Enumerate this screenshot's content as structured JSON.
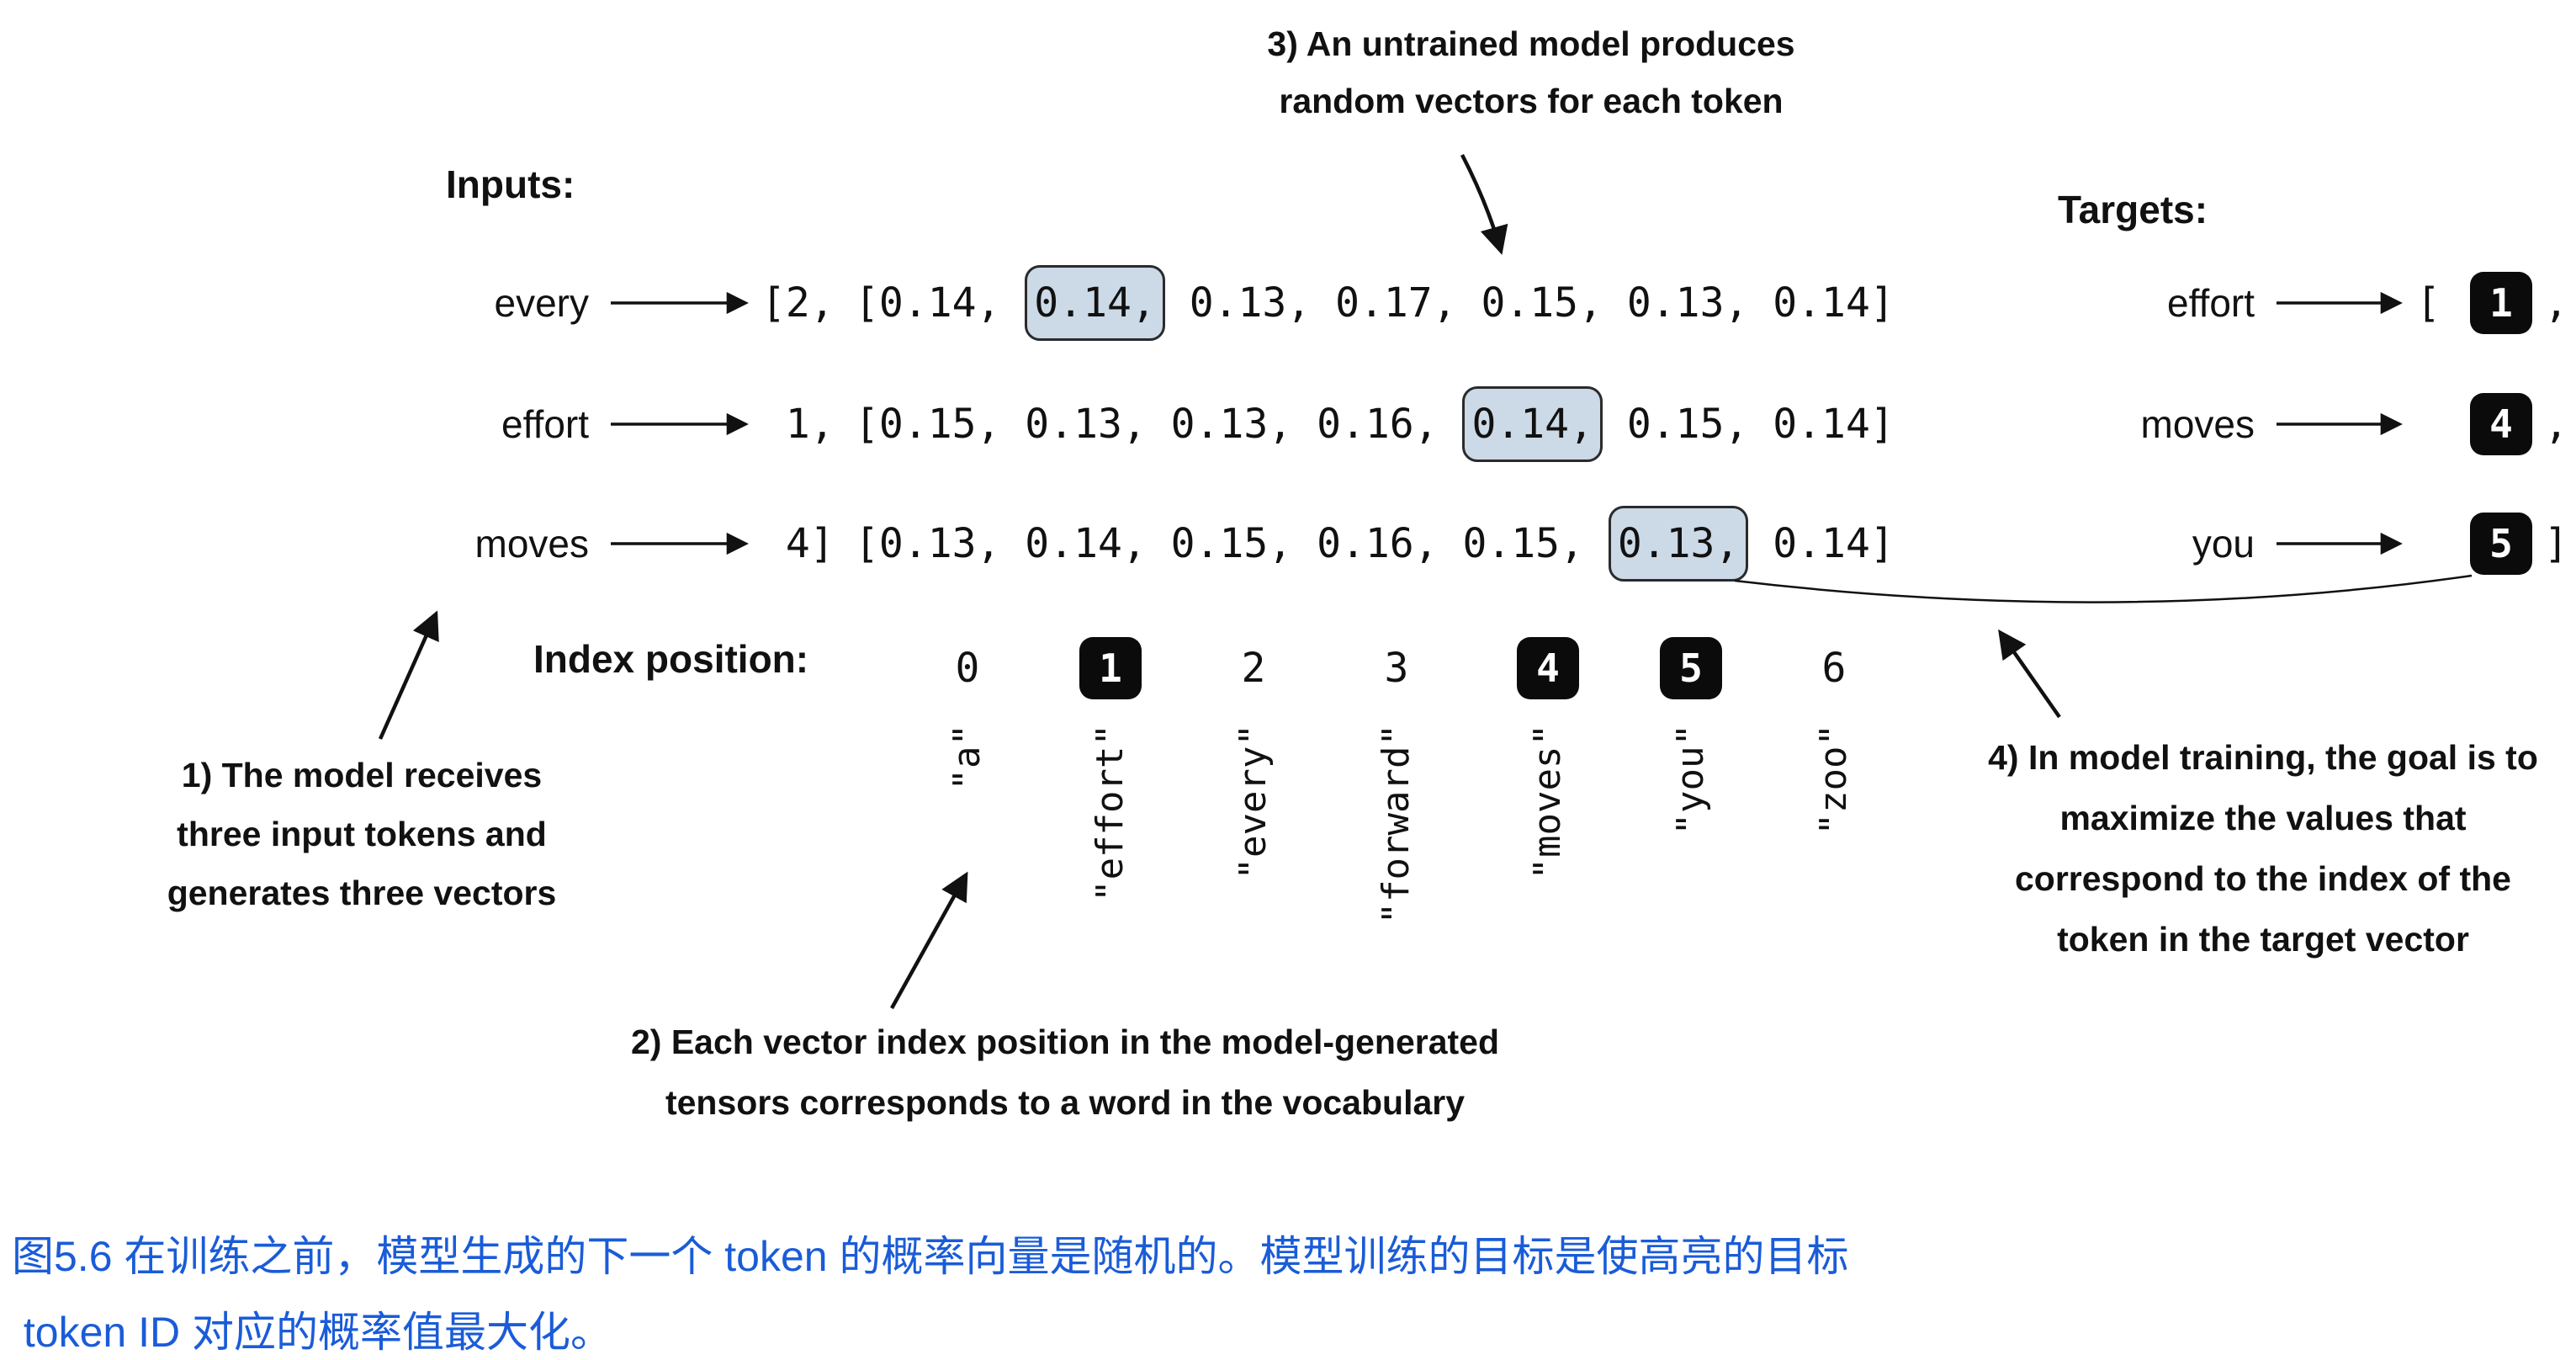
{
  "notes": {
    "n3": {
      "l1": "3) An untrained model produces",
      "l2": "random vectors for each token"
    },
    "n1": {
      "l1": "1) The model receives",
      "l2": "three input tokens and",
      "l3": "generates three vectors"
    },
    "n2": {
      "l1": "2) Each vector index position in the model-generated",
      "l2": "tensors corresponds to a word in the vocabulary"
    },
    "n4": {
      "l1": "4) In model training, the goal is to",
      "l2": "maximize the values that",
      "l3": "correspond to the index of the",
      "l4": "token in the target vector"
    }
  },
  "inputs": {
    "label": "Inputs:",
    "rows": [
      {
        "token": "every",
        "id": "[2,",
        "vec_before": "[0.14, ",
        "vec_hl": "0.14,",
        "vec_after": " 0.13, 0.17, 0.15, 0.13, 0.14]"
      },
      {
        "token": "effort",
        "id": " 1,",
        "vec_before": "[0.15, 0.13, 0.13, 0.16, ",
        "vec_hl": "0.14,",
        "vec_after": " 0.15, 0.14]"
      },
      {
        "token": "moves",
        "id": " 4]",
        "vec_before": "[0.13, 0.14, 0.15, 0.16, 0.15, ",
        "vec_hl": "0.13,",
        "vec_after": " 0.14]"
      }
    ]
  },
  "index_row": {
    "label": "Index position:",
    "cells": [
      {
        "n": "0",
        "badge": false
      },
      {
        "n": "1",
        "badge": true
      },
      {
        "n": "2",
        "badge": false
      },
      {
        "n": "3",
        "badge": false
      },
      {
        "n": "4",
        "badge": true
      },
      {
        "n": "5",
        "badge": true
      },
      {
        "n": "6",
        "badge": false
      }
    ]
  },
  "vocab": [
    "\"a\"",
    "\"effort\"",
    "\"every\"",
    "\"forward\"",
    "\"moves\"",
    "\"you\"",
    "\"zoo\""
  ],
  "targets": {
    "label": "Targets:",
    "rows": [
      {
        "token": "effort",
        "pre": "[",
        "id": "1",
        "post": ","
      },
      {
        "token": "moves",
        "pre": "",
        "id": "4",
        "post": ","
      },
      {
        "token": "you",
        "pre": "",
        "id": "5",
        "post": "]"
      }
    ]
  },
  "caption": {
    "line1": "图5.6 在训练之前，模型生成的下一个 token 的概率向量是随机的。模型训练的目标是使高亮的目标",
    "line2": " token ID 对应的概率值最大化。",
    "color": "#1a5cd8"
  },
  "colors": {
    "highlight_fill": "#ccd9e6",
    "highlight_border": "#2b2b2b",
    "badge_bg": "#0b0b0b",
    "badge_text": "#ffffff",
    "ink": "#111111"
  }
}
